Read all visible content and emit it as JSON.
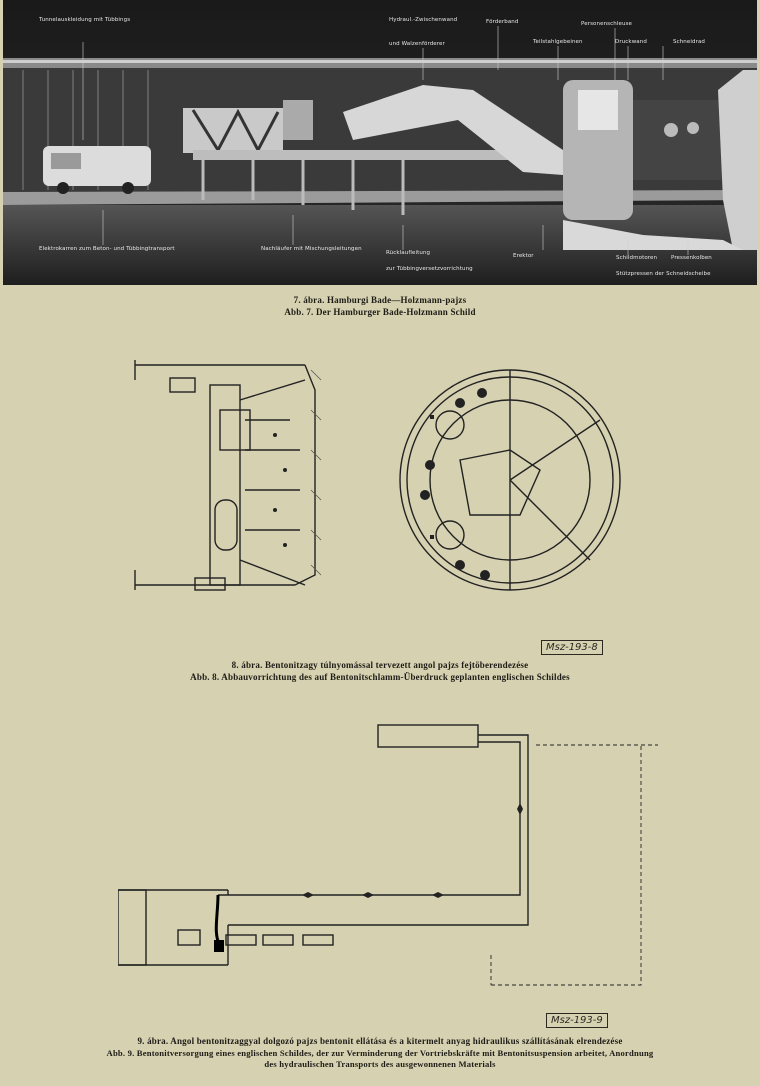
{
  "figure7": {
    "labels": {
      "tunnel_lining": "Tunnelauskleidung mit Tübbings",
      "hydraulic_bulkhead": "Hydraul.-Zwischenwand",
      "and_belt_conveyor": "und Walzenförderer",
      "conveyor": "Förderband",
      "bulkhead_parts": "Teilstahlgebeinen",
      "personnel_lock": "Personenschleuse",
      "pressure_wall": "Druckwand",
      "cutting_wheel": "Schneidrad",
      "transport_wagon": "Elektrokarren zum Beton- und Tübbingtransport",
      "follow_frame": "Nachläufer mit Mischungsleitungen",
      "return_line": "Rücklaufleitung",
      "gantry": "zur Tübbingversetzvorrichtung",
      "erector": "Erektor",
      "shield_motor": "Schildmotoren",
      "press_cylinder": "Pressenkolben",
      "support_presses": "Stützpressen der Schneidscheibe"
    },
    "caption_hu": "7. ábra. Hamburgi Bade—Holzmann-pajzs",
    "caption_de": "Abb. 7. Der Hamburger Bade-Holzmann Schild"
  },
  "figure8": {
    "stamp": "Msz-193-8",
    "caption_hu": "8. ábra. Bentonitzagy túlnyomással tervezett angol pajzs fejtöberendezése",
    "caption_de": "Abb. 8. Abbauvorrichtung des auf Bentonitschlamm-Überdruck geplanten englischen Schildes"
  },
  "figure9": {
    "stamp": "Msz-193-9",
    "caption_hu": "9. ábra. Angol bentonitzaggyal dolgozó pajzs bentonit ellátása és a kitermelt anyag hidraulikus szállításának elrendezése",
    "caption_de_line1": "Abb. 9. Bentonitversorgung eines englischen Schildes, der zur Verminderung der Vortriebskräfte mit Bentonitsuspension arbeitet, Anordnung",
    "caption_de_line2": "des hydraulischen Transports des ausgewonnenen Materials"
  },
  "colors": {
    "paper": "#d6d1b1",
    "ink": "#1d1c16",
    "photo": "#141414"
  }
}
